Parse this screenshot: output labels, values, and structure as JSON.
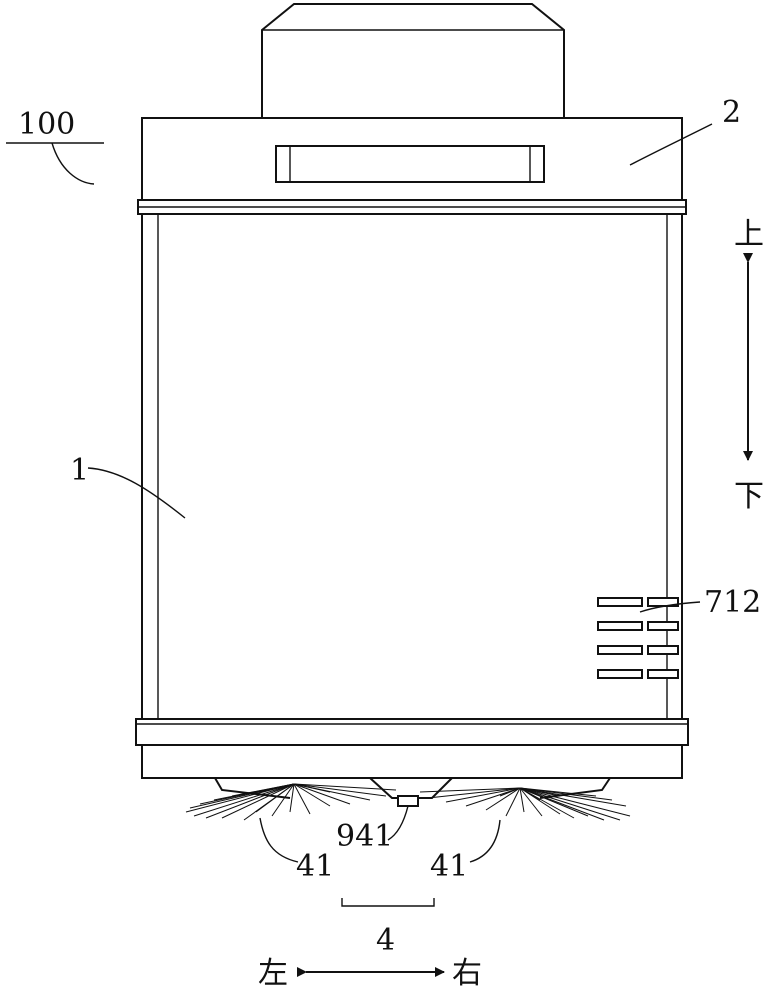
{
  "figure": {
    "labels": {
      "device": "100",
      "body": "1",
      "top_cover": "2",
      "vent": "712",
      "brush_assembly": "4",
      "side_brush_left": "41",
      "side_brush_right": "41",
      "center_part": "941"
    },
    "directions": {
      "up": "上",
      "down": "下",
      "left": "左",
      "right": "右"
    }
  }
}
